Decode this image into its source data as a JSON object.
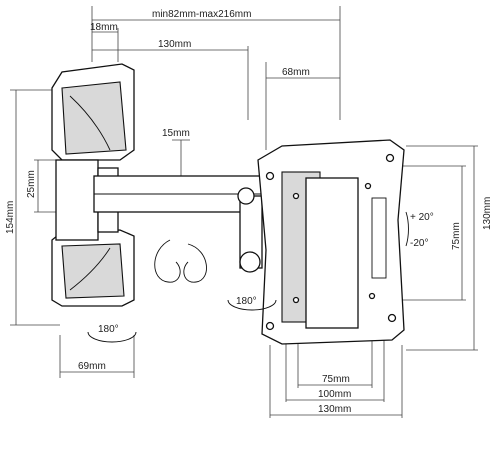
{
  "figure": {
    "labels": {
      "total_width": "min82mm-max216mm",
      "wall_offset": "18mm",
      "arm_length": "130mm",
      "head_width": "68mm",
      "hook_depth": "15mm",
      "wall_plate_height": "154mm",
      "arm_height": "25mm",
      "wall_plate_width": "69mm",
      "swivel_wall": "180°",
      "swivel_arm": "180°",
      "tilt_up": "+ 20°",
      "tilt_down": "-20°",
      "vesa_v_small": "75mm",
      "vesa_v_large": "130mm",
      "vesa_h_small": "75mm",
      "vesa_h_mid": "100mm",
      "vesa_h_large": "130mm"
    }
  }
}
